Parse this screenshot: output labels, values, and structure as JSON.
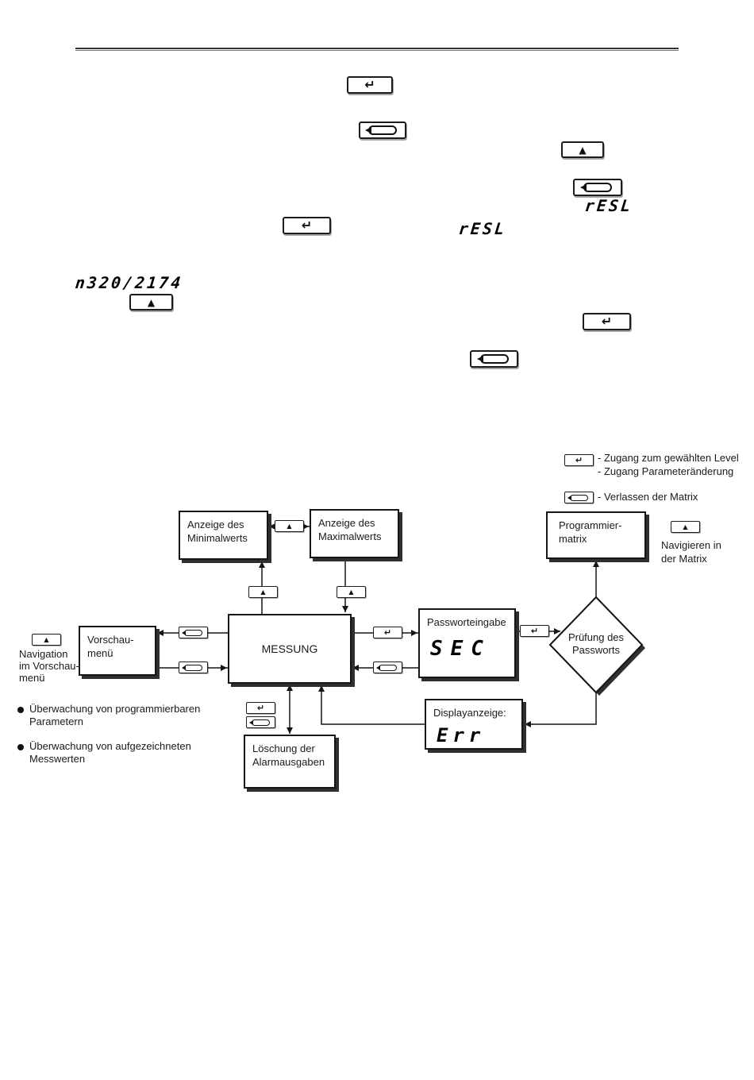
{
  "colors": {
    "ink": "#1a1a1a"
  },
  "icons": {
    "enter": "↵",
    "up": "▲",
    "escape": "loop-arrow"
  },
  "displays": {
    "resl_1": "rESL",
    "resl_2": "rESL",
    "model": "n320/2174"
  },
  "legend": {
    "enter_line1": "- Zugang zum gewählten Level",
    "enter_line2": "- Zugang Parameteränderung",
    "escape_line": "- Verlassen der Matrix",
    "matrix_nav_line1": "Navigieren in",
    "matrix_nav_line2": "der Matrix",
    "preview_nav_line1": "Navigation",
    "preview_nav_line2": "im Vorschau-",
    "preview_nav_line3": "menü"
  },
  "flowchart": {
    "min_box": {
      "line1": "Anzeige des",
      "line2": "Minimalwerts"
    },
    "max_box": {
      "line1": "Anzeige des",
      "line2": "Maximalwerts"
    },
    "matrix_box": {
      "line1": "Programmier-",
      "line2": "matrix"
    },
    "preview_box": {
      "line1": "Vorschau-",
      "line2": "menü"
    },
    "messung_box": {
      "label": "MESSUNG"
    },
    "password_box": {
      "label": "Passworteingabe",
      "display": "SEC"
    },
    "check_diamond": {
      "line1": "Prüfung des",
      "line2": "Passworts"
    },
    "display_box": {
      "label": "Displayanzeige:",
      "display": "Err"
    },
    "alarm_box": {
      "line1": "Löschung der",
      "line2": "Alarmausgaben"
    }
  },
  "bullets": {
    "item1_line1": "Überwachung von programmierbaren",
    "item1_line2": "Parametern",
    "item2_line1": "Überwachung von aufgezeichneten",
    "item2_line2": "Messwerten"
  }
}
